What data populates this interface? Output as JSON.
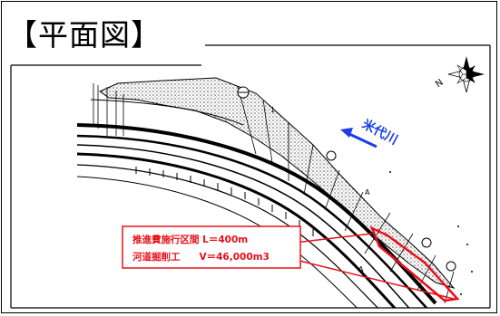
{
  "title": "【平面図】",
  "river_label": "米代川",
  "callout": {
    "line1": "推進費施行区間 L＝400m",
    "line2": "河道掘削工　　V＝46,000m3"
  },
  "colors": {
    "frame": "#000000",
    "hatch": "#666666",
    "river_arrow": "#1a3de8",
    "callout_red": "#e8101a"
  },
  "icons": [
    "compass-rose-icon",
    "flow-direction-arrow-icon"
  ]
}
